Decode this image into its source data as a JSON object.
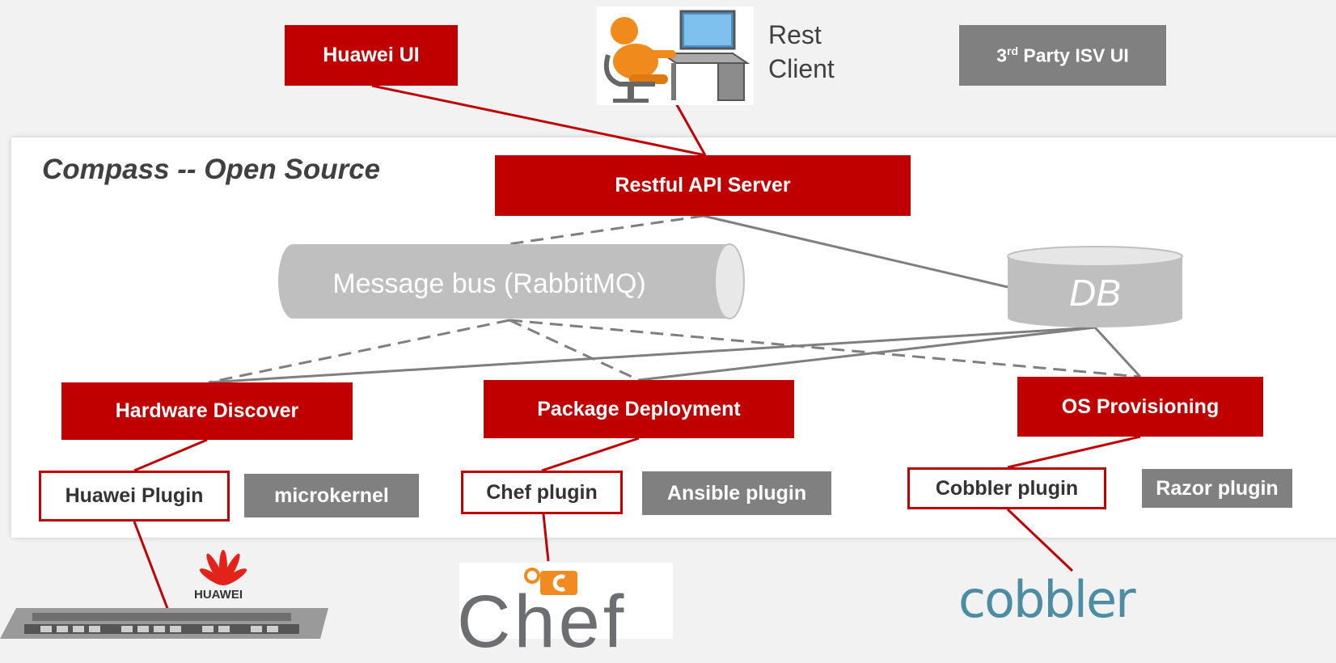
{
  "top": {
    "huawei_ui": "Huawei UI",
    "rest_client_line1": "Rest",
    "rest_client_line2": "Client",
    "isv_ui_prefix": "3",
    "isv_ui_sup": "rd",
    "isv_ui_suffix": " Party ISV UI"
  },
  "panel": {
    "title": "Compass -- Open Source",
    "api_server": "Restful API Server",
    "message_bus": "Message bus (RabbitMQ)",
    "db": "DB"
  },
  "modules": [
    {
      "label": "Hardware Discover"
    },
    {
      "label": "Package Deployment"
    },
    {
      "label": "OS Provisioning"
    }
  ],
  "plugins": [
    {
      "label": "Huawei Plugin",
      "style": "outlined"
    },
    {
      "label": "microkernel",
      "style": "grey"
    },
    {
      "label": "Chef plugin",
      "style": "outlined"
    },
    {
      "label": "Ansible plugin",
      "style": "grey"
    },
    {
      "label": "Cobbler plugin",
      "style": "outlined"
    },
    {
      "label": "Razor plugin",
      "style": "grey"
    }
  ],
  "logos": {
    "huawei": "HUAWEI",
    "chef": "Chef",
    "cobbler": "cobbler"
  },
  "colors": {
    "red": "#c00000",
    "grey": "#808080",
    "connector_grey": "#7f7f7f"
  }
}
